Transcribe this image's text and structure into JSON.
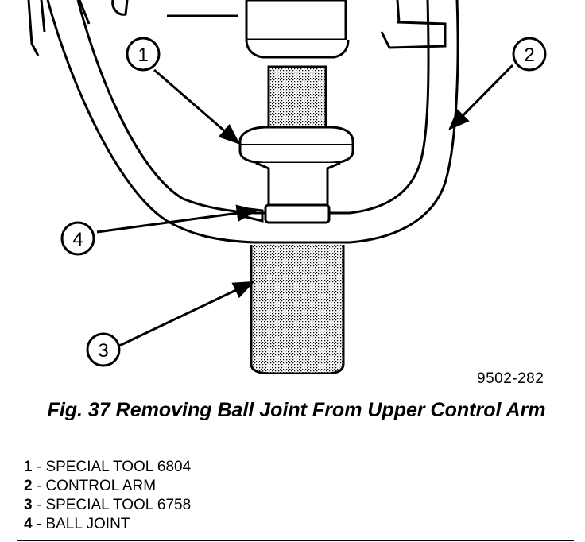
{
  "figure": {
    "id": "9502-282",
    "callouts": [
      "1",
      "2",
      "3",
      "4"
    ]
  },
  "caption": "Fig. 37 Removing Ball Joint From Upper Control Arm",
  "legend": [
    {
      "num": "1",
      "text": " - SPECIAL TOOL 6804"
    },
    {
      "num": "2",
      "text": " - CONTROL ARM"
    },
    {
      "num": "3",
      "text": " - SPECIAL TOOL 6758"
    },
    {
      "num": "4",
      "text": " - BALL JOINT"
    }
  ]
}
